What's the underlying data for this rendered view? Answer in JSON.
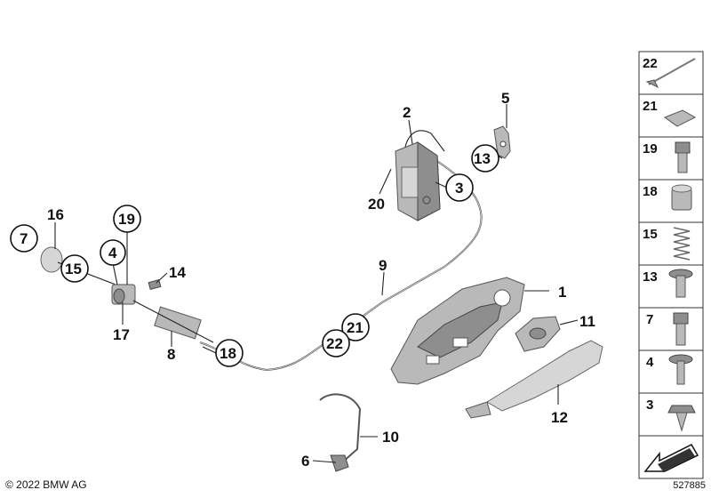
{
  "callouts": {
    "c1": "1",
    "c2": "2",
    "c3": "3",
    "c4": "4",
    "c5": "5",
    "c6": "6",
    "c7": "7",
    "c8": "8",
    "c9": "9",
    "c10": "10",
    "c11": "11",
    "c12": "12",
    "c13": "13",
    "c14": "14",
    "c15": "15",
    "c16": "16",
    "c17": "17",
    "c18": "18",
    "c19": "19",
    "c20": "20",
    "c21": "21",
    "c22": "22"
  },
  "side_panel": [
    "22",
    "21",
    "19",
    "18",
    "15",
    "13",
    "7",
    "4",
    "3"
  ],
  "copyright": "© 2022 BMW AG",
  "diagram_number": "527885",
  "colors": {
    "part": "#b9b9b9",
    "outline": "#333333",
    "background": "#ffffff"
  }
}
